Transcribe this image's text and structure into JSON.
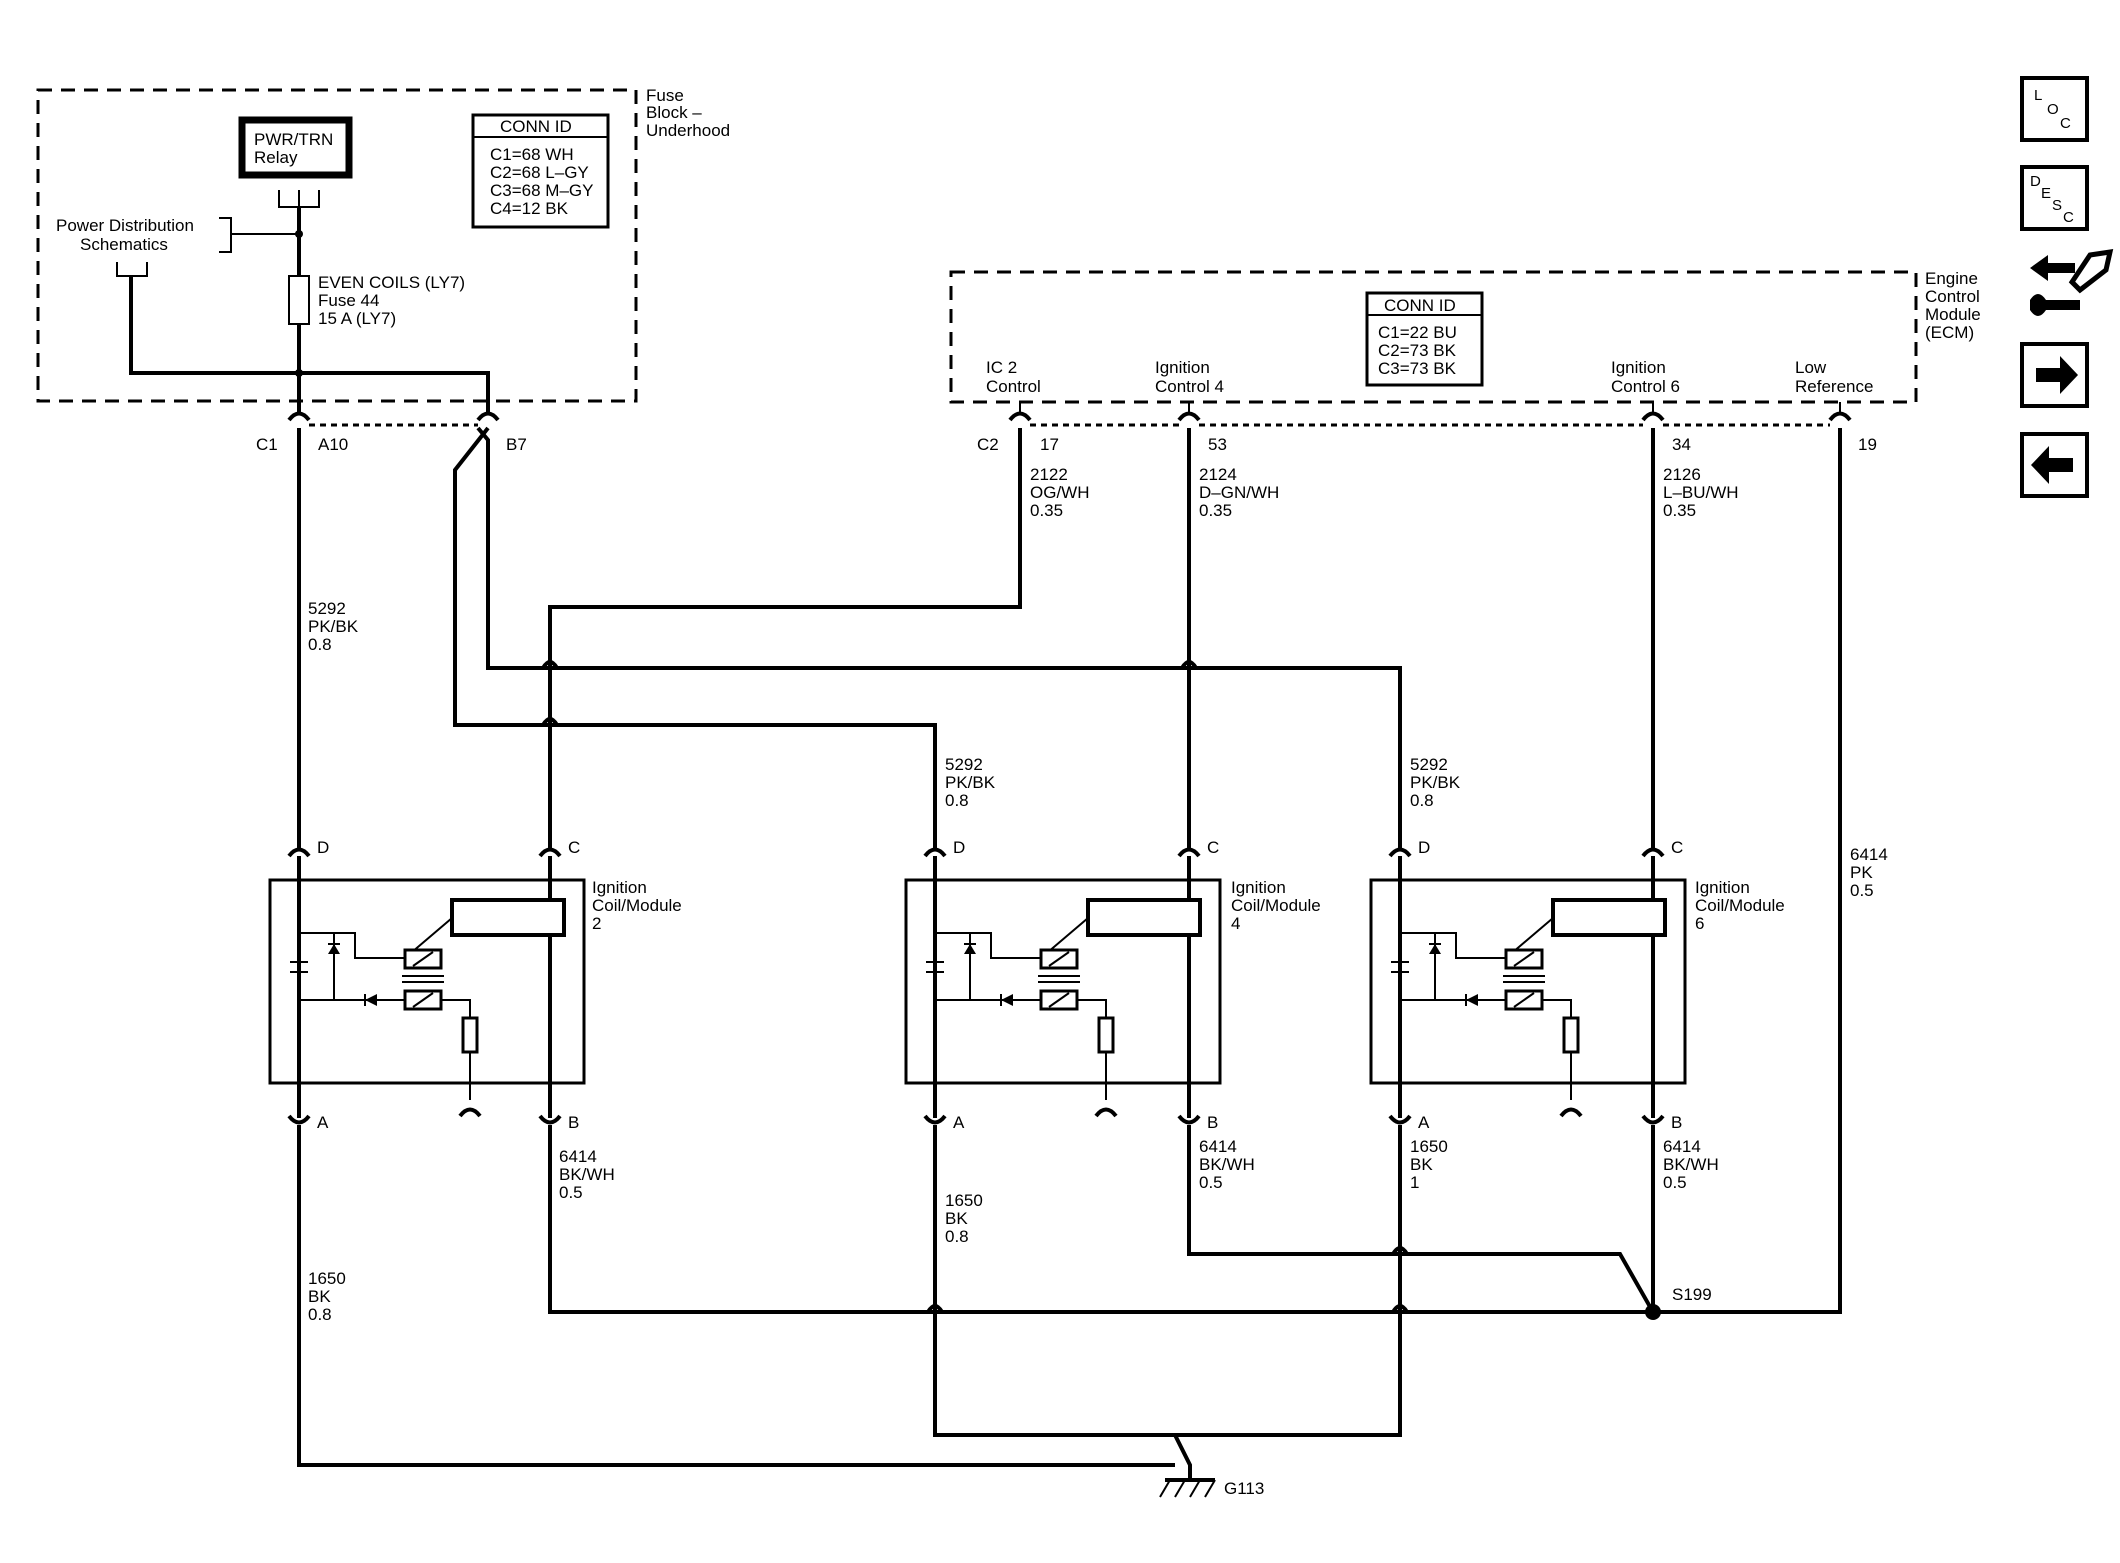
{
  "fuse_block": {
    "title_lines": [
      "Fuse",
      "Block –",
      "Underhood"
    ],
    "relay_lines": [
      "PWR/TRN",
      "Relay"
    ],
    "power_dist_lines": [
      "Power Distribution",
      "Schematics"
    ],
    "fuse_lines": [
      "EVEN COILS (LY7)",
      "Fuse 44",
      "15 A (LY7)"
    ],
    "conn_title": "CONN ID",
    "conn_rows": [
      "C1=68 WH",
      "C2=68 L–GY",
      "C3=68 M–GY",
      "C4=12 BK"
    ],
    "connector": "C1",
    "pin_a10": "A10",
    "pin_b7": "B7"
  },
  "ecm": {
    "title_lines": [
      "Engine",
      "Control",
      "Module",
      "(ECM)"
    ],
    "conn_title": "CONN ID",
    "conn_rows": [
      "C1=22 BU",
      "C2=73 BK",
      "C3=73 BK"
    ],
    "connector": "C2",
    "pins": [
      {
        "label_lines": [
          "IC 2",
          "Control"
        ],
        "pin": "17"
      },
      {
        "label_lines": [
          "Ignition",
          "Control 4"
        ],
        "pin": "53"
      },
      {
        "label_lines": [
          "Ignition",
          "Control 6"
        ],
        "pin": "34"
      },
      {
        "label_lines": [
          "Low",
          "Reference"
        ],
        "pin": "19"
      }
    ]
  },
  "wires": {
    "feed_main": [
      "5292",
      "PK/BK",
      "0.8"
    ],
    "ic2": [
      "2122",
      "OG/WH",
      "0.35"
    ],
    "ic4": [
      "2124",
      "D–GN/WH",
      "0.35"
    ],
    "ic6": [
      "2126",
      "L–BU/WH",
      "0.35"
    ],
    "feed_coil4": [
      "5292",
      "PK/BK",
      "0.8"
    ],
    "feed_coil6": [
      "5292",
      "PK/BK",
      "0.8"
    ],
    "low_ref": [
      "6414",
      "PK",
      "0.5"
    ],
    "coil2_a": [
      "1650",
      "BK",
      "0.8"
    ],
    "coil2_b": [
      "6414",
      "BK/WH",
      "0.5"
    ],
    "coil4_a": [
      "1650",
      "BK",
      "0.8"
    ],
    "coil4_b": [
      "6414",
      "BK/WH",
      "0.5"
    ],
    "coil6_a": [
      "1650",
      "BK",
      "1"
    ],
    "coil6_b": [
      "6414",
      "BK/WH",
      "0.5"
    ]
  },
  "coils": [
    {
      "label_lines": [
        "Ignition",
        "Coil/Module",
        "2"
      ],
      "pin_d": "D",
      "pin_c": "C",
      "pin_a": "A",
      "pin_b": "B"
    },
    {
      "label_lines": [
        "Ignition",
        "Coil/Module",
        "4"
      ],
      "pin_d": "D",
      "pin_c": "C",
      "pin_a": "A",
      "pin_b": "B"
    },
    {
      "label_lines": [
        "Ignition",
        "Coil/Module",
        "6"
      ],
      "pin_d": "D",
      "pin_c": "C",
      "pin_a": "A",
      "pin_b": "B"
    }
  ],
  "splice": "S199",
  "ground": "G113",
  "nav": {
    "loc": [
      "L",
      "O",
      "C"
    ],
    "desc": [
      "D",
      "E",
      "S",
      "C"
    ]
  }
}
